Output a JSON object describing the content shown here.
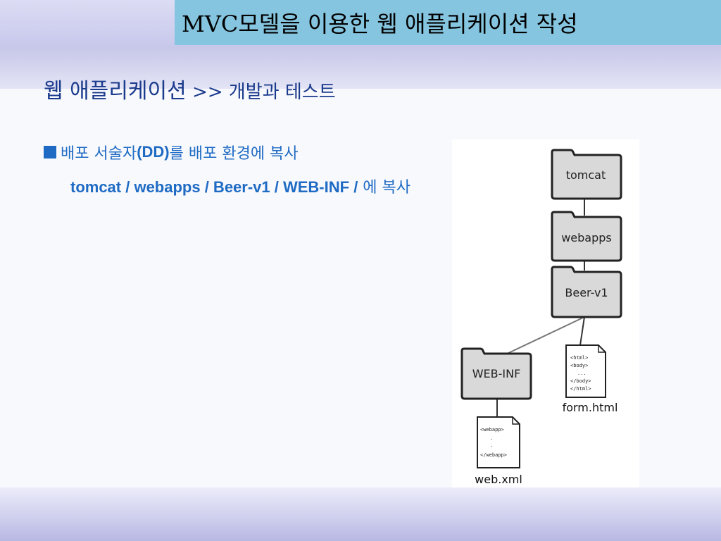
{
  "slide": {
    "title": "MVC모델을 이용한 웹 애플리케이션 작성",
    "heading_main": "웹 애플리케이션",
    "heading_sep": " >> ",
    "heading_sub": "개발과 테스트",
    "bullet_prefix": "배포 서술자",
    "bullet_dd": "(DD)",
    "bullet_suffix": "를 배포 환경에 복사",
    "path_text": "tomcat / webapps / Beer-v1 / WEB-INF /",
    "path_suffix": " 에 복사"
  },
  "diagram": {
    "folders": {
      "tomcat": "tomcat",
      "webapps": "webapps",
      "beer": "Beer-v1",
      "webinf": "WEB-INF"
    },
    "form_file": {
      "caption": "form.html",
      "lines": [
        "<html>",
        "<body>",
        "...",
        "</body>",
        "</html>"
      ]
    },
    "web_file": {
      "caption": "web.xml",
      "lines": [
        "<webapp>",
        ".",
        ".",
        "</webapp>"
      ]
    }
  },
  "colors": {
    "title_bg": "#86c5df",
    "heading": "#1a3a8c",
    "body_text": "#1f6bc4",
    "folder_fill": "#d9d9d9"
  }
}
